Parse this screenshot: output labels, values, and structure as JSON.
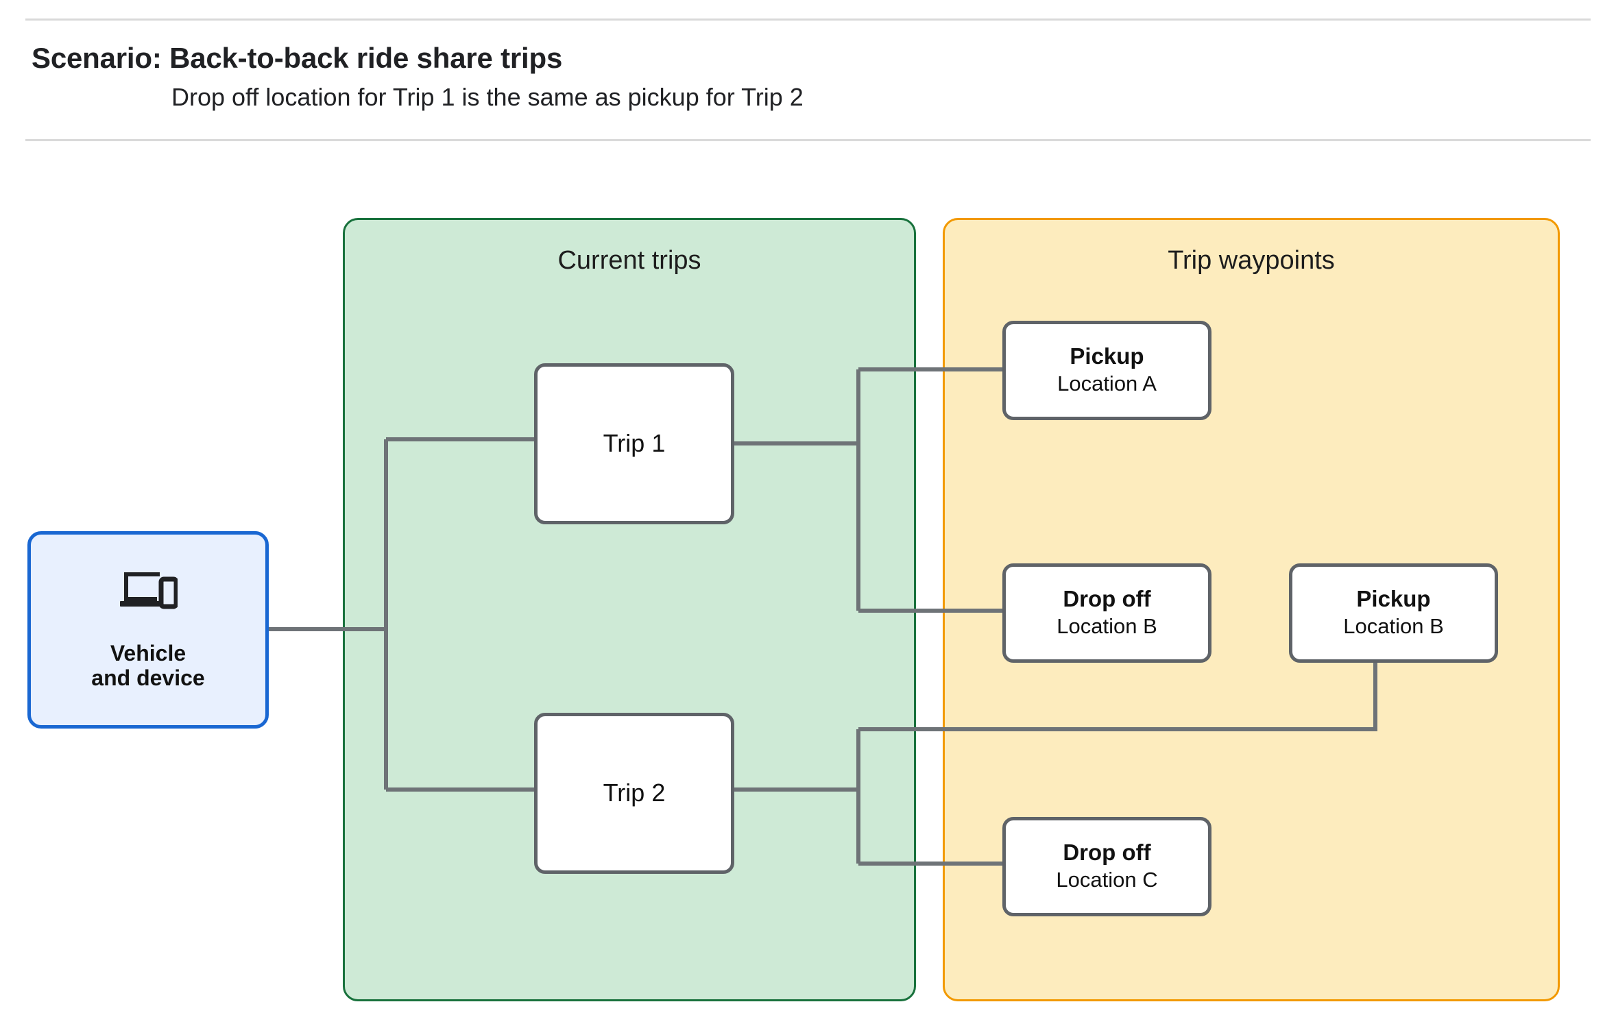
{
  "header": {
    "title": "Scenario: Back-to-back ride share trips",
    "subtitle": "Drop off  location for Trip 1 is the same as pickup for Trip 2"
  },
  "colors": {
    "current_trips_fill": "#ceead6",
    "current_trips_border": "#18713c",
    "trip_waypoints_fill": "#fdecbe",
    "trip_waypoints_border": "#f29900",
    "vehicle_fill": "#e8f0fe",
    "vehicle_border": "#1967d2",
    "node_border": "#5f6368",
    "connector": "#6e7377",
    "rule": "#d9d9d9"
  },
  "panels": {
    "current_trips": {
      "title": "Current trips"
    },
    "trip_waypoints": {
      "title": "Trip waypoints"
    }
  },
  "nodes": {
    "vehicle": {
      "icon": "devices-icon",
      "line1": "Vehicle",
      "line2": "and device"
    },
    "trip_1": {
      "label": "Trip 1"
    },
    "trip_2": {
      "label": "Trip 2"
    },
    "pickup_a": {
      "title": "Pickup",
      "sub": "Location A"
    },
    "dropoff_b": {
      "title": "Drop off",
      "sub": "Location B"
    },
    "pickup_b": {
      "title": "Pickup",
      "sub": "Location B"
    },
    "dropoff_c": {
      "title": "Drop off",
      "sub": "Location C"
    }
  }
}
